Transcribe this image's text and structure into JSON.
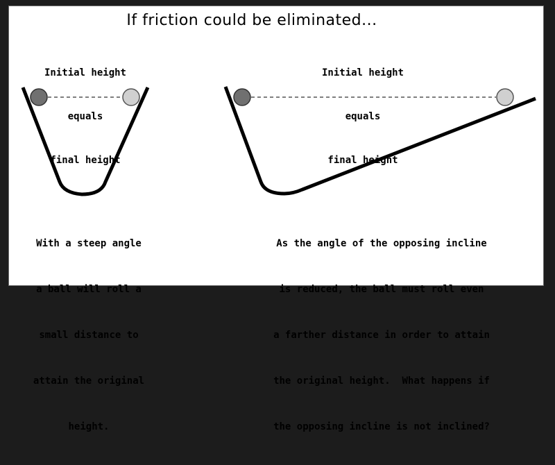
{
  "title": "If friction could be eliminated...",
  "left_diagram": {
    "label_lines": [
      "Initial height",
      "equals",
      "final height"
    ],
    "caption_lines": [
      "With a steep angle",
      "a ball will roll a",
      "small distance to",
      "attain the original",
      "height."
    ],
    "initial_ball_color": "#707070",
    "final_ball_color": "#d0d0d0"
  },
  "right_diagram": {
    "label_lines": [
      "Initial height",
      "equals",
      "final height"
    ],
    "caption_lines": [
      "As the angle of the opposing incline",
      "is reduced, the ball must roll even",
      "a farther distance in order to attain",
      "the original height.  What happens if",
      "the opposing incline is not inclined?"
    ],
    "initial_ball_color": "#707070",
    "final_ball_color": "#d0d0d0"
  },
  "colors": {
    "background": "#1c1c1c",
    "panel": "#ffffff",
    "track": "#000000",
    "dashed_line": "#555555"
  }
}
